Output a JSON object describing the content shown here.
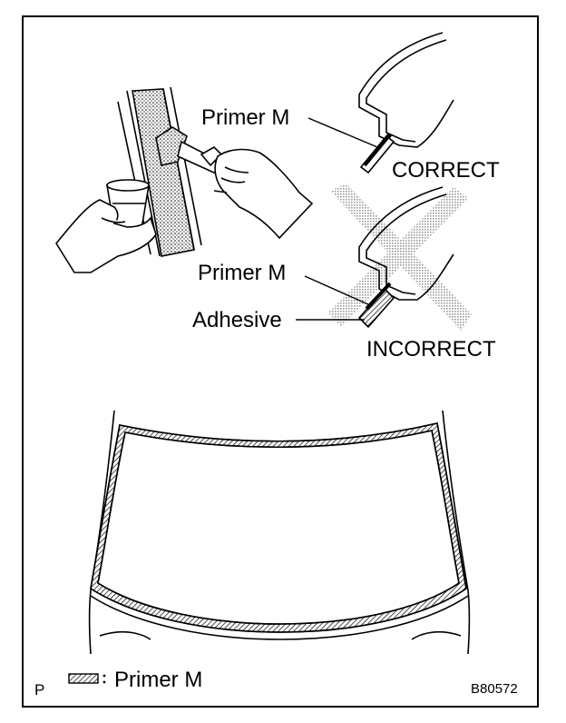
{
  "labels": {
    "primer_correct": "Primer M",
    "correct": "CORRECT",
    "primer_incorrect": "Primer M",
    "adhesive": "Adhesive",
    "incorrect": "INCORRECT",
    "legend": "Primer M",
    "corner_letter": "P",
    "figure_code": "B80572"
  },
  "colors": {
    "line": "#000000",
    "background": "#ffffff",
    "cross_shade": "#bdbdbd"
  },
  "icons": [
    "paintbrush-icon",
    "primer-cup-icon",
    "hatch-swatch-icon"
  ]
}
